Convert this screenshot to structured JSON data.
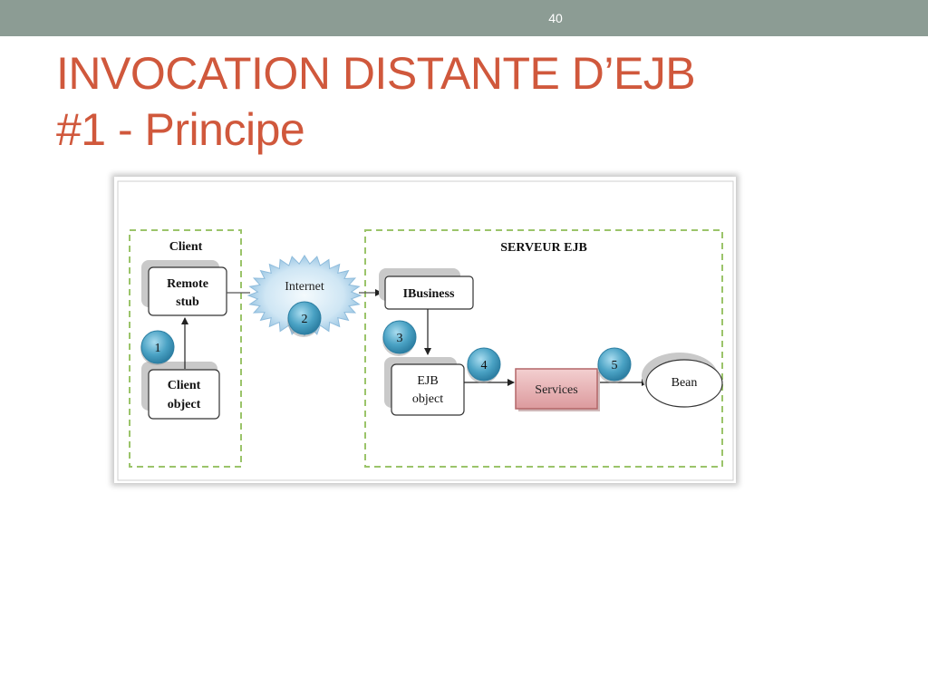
{
  "slide": {
    "page_number": "40",
    "title_line1": "INVOCATION DISTANTE D’EJB",
    "title_line2": "#1 - Principe"
  },
  "diagram": {
    "client_group_label": "Client",
    "server_group_label": "SERVEUR EJB",
    "remote_stub_line1": "Remote",
    "remote_stub_line2": "stub",
    "client_object_line1": "Client",
    "client_object_line2": "object",
    "internet_label": "Internet",
    "ibusiness_label": "IBusiness",
    "ejb_object_line1": "EJB",
    "ejb_object_line2": "object",
    "services_label": "Services",
    "bean_label": "Bean",
    "steps": [
      "1",
      "2",
      "3",
      "4",
      "5"
    ],
    "colors": {
      "title": "#d0583c",
      "topbar": "#8c9c94",
      "dashed_border": "#9bc46a",
      "step_circle": "#4aa2c4",
      "services_fill": "#e7b1b3",
      "services_border": "#b36769",
      "internet_burst": "#b9d9ee"
    }
  }
}
